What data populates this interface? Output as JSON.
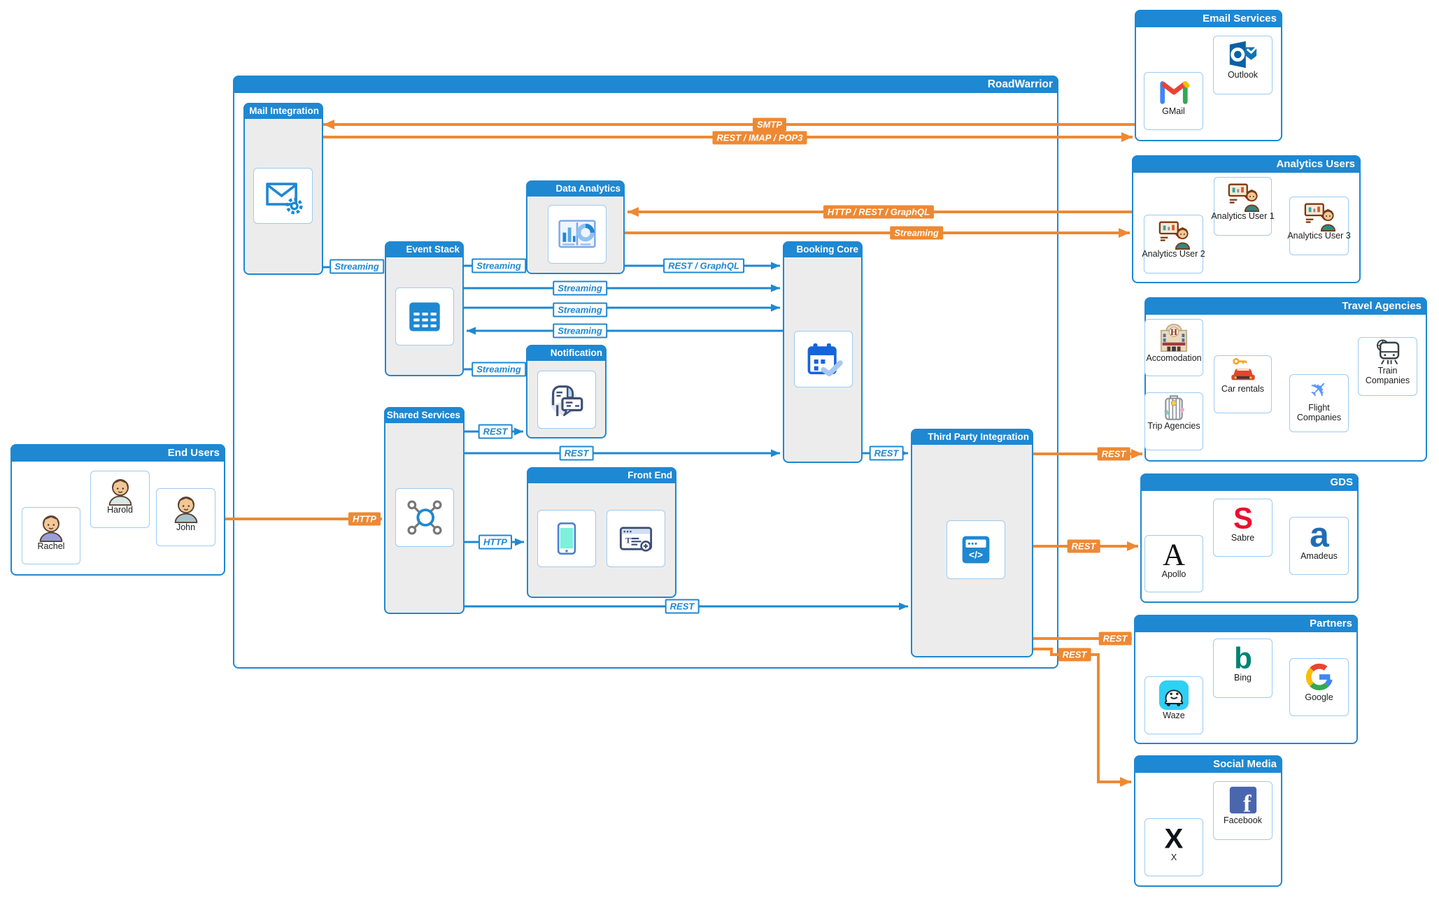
{
  "diagram": {
    "title": "RoadWarrior",
    "colors": {
      "primary_blue": "#1E88D2",
      "accent_orange": "#EE8933",
      "system_fill": "#ECECEC",
      "item_border": "#9DCBF0",
      "label_text": "#1C1C1C"
    },
    "groups": [
      {
        "id": "end_users",
        "title": "End Users"
      },
      {
        "id": "road_warrior",
        "title": "RoadWarrior"
      },
      {
        "id": "email_services",
        "title": "Email Services"
      },
      {
        "id": "analytics_users",
        "title": "Analytics Users"
      },
      {
        "id": "travel_agencies",
        "title": "Travel Agencies"
      },
      {
        "id": "gds",
        "title": "GDS"
      },
      {
        "id": "partners",
        "title": "Partners"
      },
      {
        "id": "social_media",
        "title": "Social Media"
      }
    ],
    "systems": [
      {
        "id": "mail_integration",
        "title": "Mail Integration",
        "icon": "mail-gear"
      },
      {
        "id": "data_analytics",
        "title": "Data Analytics",
        "icon": "analytics-charts"
      },
      {
        "id": "event_stack",
        "title": "Event Stack",
        "icon": "event-table"
      },
      {
        "id": "notification",
        "title": "Notification",
        "icon": "notification-mailbox"
      },
      {
        "id": "shared_services",
        "title": "Shared Services",
        "icon": "hub-network"
      },
      {
        "id": "front_end",
        "title": "Front End",
        "icon": "mobile-app,web-app"
      },
      {
        "id": "booking_core",
        "title": "Booking Core",
        "icon": "booking-calendar"
      },
      {
        "id": "third_party_integration",
        "title": "Third Party Integration",
        "icon": "api-code"
      }
    ],
    "items": [
      {
        "id": "rachel",
        "label": "Rachel",
        "icon": "person-rachel",
        "group": "end_users"
      },
      {
        "id": "harold",
        "label": "Harold",
        "icon": "person-harold",
        "group": "end_users"
      },
      {
        "id": "john",
        "label": "John",
        "icon": "person-john",
        "group": "end_users"
      },
      {
        "id": "gmail",
        "label": "GMail",
        "icon": "gmail",
        "group": "email_services"
      },
      {
        "id": "outlook",
        "label": "Outlook",
        "icon": "outlook",
        "group": "email_services"
      },
      {
        "id": "analytics_user_1",
        "label": "Analytics User 1",
        "icon": "analytics-user",
        "group": "analytics_users"
      },
      {
        "id": "analytics_user_2",
        "label": "Analytics User 2",
        "icon": "analytics-user",
        "group": "analytics_users"
      },
      {
        "id": "analytics_user_3",
        "label": "Analytics User 3",
        "icon": "analytics-user",
        "group": "analytics_users"
      },
      {
        "id": "accomodation",
        "label": "Accomodation",
        "icon": "hotel",
        "group": "travel_agencies"
      },
      {
        "id": "car_rentals",
        "label": "Car rentals",
        "icon": "car-key",
        "group": "travel_agencies"
      },
      {
        "id": "trip_agencies",
        "label": "Trip Agencies",
        "icon": "luggage",
        "group": "travel_agencies"
      },
      {
        "id": "flight_companies",
        "label": "Flight Companies",
        "icon": "plane",
        "group": "travel_agencies"
      },
      {
        "id": "train_companies",
        "label": "Train Companies",
        "icon": "train",
        "group": "travel_agencies"
      },
      {
        "id": "apollo",
        "label": "Apollo",
        "icon": "apollo-a",
        "group": "gds"
      },
      {
        "id": "sabre",
        "label": "Sabre",
        "icon": "sabre-s",
        "group": "gds"
      },
      {
        "id": "amadeus",
        "label": "Amadeus",
        "icon": "amadeus-a",
        "group": "gds"
      },
      {
        "id": "waze",
        "label": "Waze",
        "icon": "waze",
        "group": "partners"
      },
      {
        "id": "bing",
        "label": "Bing",
        "icon": "bing-b",
        "group": "partners"
      },
      {
        "id": "google",
        "label": "Google",
        "icon": "google-g",
        "group": "partners"
      },
      {
        "id": "x",
        "label": "X",
        "icon": "x-logo",
        "group": "social_media"
      },
      {
        "id": "facebook",
        "label": "Facebook",
        "icon": "facebook-f",
        "group": "social_media"
      }
    ],
    "connections": [
      {
        "id": "c1",
        "from": "email_services",
        "to": "mail_integration",
        "label": "SMTP",
        "style": "external"
      },
      {
        "id": "c2",
        "from": "mail_integration",
        "to": "email_services",
        "label": "REST / IMAP / POP3",
        "style": "external"
      },
      {
        "id": "c3",
        "from": "analytics_users",
        "to": "data_analytics",
        "label": "HTTP / REST / GraphQL",
        "style": "external"
      },
      {
        "id": "c4",
        "from": "data_analytics",
        "to": "analytics_users",
        "label": "Streaming",
        "style": "external"
      },
      {
        "id": "c5",
        "from": "john",
        "to": "shared_services",
        "label": "HTTP",
        "style": "external"
      },
      {
        "id": "c6",
        "from": "third_party_integration",
        "to": "travel_agencies",
        "label": "REST",
        "style": "external"
      },
      {
        "id": "c7",
        "from": "third_party_integration",
        "to": "gds",
        "label": "REST",
        "style": "external"
      },
      {
        "id": "c8",
        "from": "third_party_integration",
        "to": "partners",
        "label": "REST",
        "style": "external"
      },
      {
        "id": "c9",
        "from": "third_party_integration",
        "to": "social_media",
        "label": "REST",
        "style": "external"
      },
      {
        "id": "c10",
        "from": "mail_integration",
        "to": "event_stack",
        "label": "Streaming",
        "style": "internal"
      },
      {
        "id": "c11",
        "from": "event_stack",
        "to": "data_analytics",
        "label": "Streaming",
        "style": "internal"
      },
      {
        "id": "c12",
        "from": "data_analytics",
        "to": "booking_core",
        "label": "REST / GraphQL",
        "style": "internal"
      },
      {
        "id": "c13",
        "from": "event_stack",
        "to": "booking_core",
        "label": "Streaming",
        "style": "internal"
      },
      {
        "id": "c14",
        "from": "event_stack",
        "to": "booking_core",
        "label": "Streaming",
        "style": "internal"
      },
      {
        "id": "c15",
        "from": "booking_core",
        "to": "event_stack",
        "label": "Streaming",
        "style": "internal"
      },
      {
        "id": "c16",
        "from": "event_stack",
        "to": "notification",
        "label": "Streaming",
        "style": "internal"
      },
      {
        "id": "c17",
        "from": "shared_services",
        "to": "notification",
        "label": "REST",
        "style": "internal"
      },
      {
        "id": "c18",
        "from": "shared_services",
        "to": "booking_core",
        "label": "REST",
        "style": "internal"
      },
      {
        "id": "c19",
        "from": "booking_core",
        "to": "third_party_integration",
        "label": "REST",
        "style": "internal"
      },
      {
        "id": "c20",
        "from": "shared_services",
        "to": "front_end",
        "label": "HTTP",
        "style": "internal"
      },
      {
        "id": "c21",
        "from": "shared_services",
        "to": "third_party_integration",
        "label": "REST",
        "style": "internal"
      }
    ]
  }
}
